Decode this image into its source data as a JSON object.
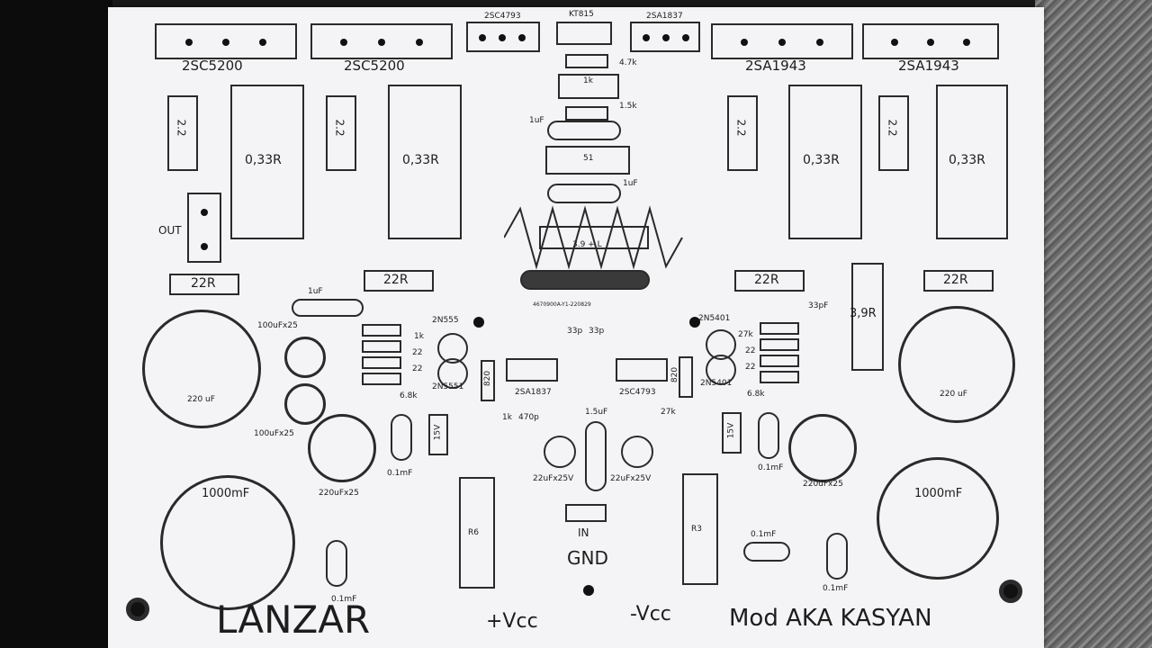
{
  "transistors_top": {
    "q1": "2SC5200",
    "q2": "2SC5200",
    "q3": "2SC4793",
    "q4": "KT815",
    "q5": "2SA1837",
    "q6": "2SA1943",
    "q7": "2SA1943"
  },
  "resistors_top": {
    "r_2_2_left_a": "2.2",
    "r_2_2_left_b": "2.2",
    "r_2_2_right_a": "2.2",
    "r_2_2_right_b": "2.2",
    "r_033_a": "0,33R",
    "r_033_b": "0,33R",
    "r_033_c": "0,33R",
    "r_033_d": "0,33R"
  },
  "center_column": {
    "r_4_7k": "4.7k",
    "trim_1k": "1k",
    "r_1_5k": "1.5k",
    "cap_1uf_a": "1uF",
    "r_51": "51",
    "cap_1uf_b": "1uF",
    "coil": "3.9 + L"
  },
  "out_label": "OUT",
  "mid_row": {
    "r_22r_a": "22R",
    "r_22r_b": "22R",
    "r_22r_c": "22R",
    "r_22r_d": "22R",
    "r_3_9r": "3,9R",
    "cap_1uf_left": "1uF",
    "cap_33pf": "33pF",
    "pcb_code": "4670900A-Y1-220829"
  },
  "driver_area": {
    "q_2n5551_a": "2N555",
    "q_2n5551_b": "2N5551",
    "q_2n5401_a": "2N5401",
    "q_2n5401_b": "2N5401",
    "r_820_a": "820",
    "r_820_b": "820",
    "q_2sa1837": "2SA1837",
    "q_2sc4793": "2SC4793",
    "cap_33p_a": "33p",
    "cap_33p_b": "33p",
    "r_1k_l": "1k",
    "r_22_l1": "22",
    "r_22_l2": "22",
    "r_6_8k_l": "6.8k",
    "r_27k_r": "27k",
    "r_22_r1": "22",
    "r_22_r2": "22",
    "r_6_8k_r": "6.8k"
  },
  "caps": {
    "c_100uf_a": "100uFx25",
    "c_100uf_b": "100uFx25",
    "c_220uf_left": "220 uF",
    "c_220uf_right": "220 uF",
    "c_220ufx25_l": "220uFx25",
    "c_220ufx25_r": "220uFx25",
    "c_1000mf_l": "1000mF",
    "c_1000mf_r": "1000mF",
    "c_0_1mf_a": "0.1mF",
    "c_0_1mf_b": "0.1mF",
    "c_0_1mf_c": "0.1mF",
    "c_0_1mf_d": "0.1mF",
    "c_0_1mf_e": "0.1mF",
    "c_22uf_l": "22uFx25V",
    "c_22uf_r": "22uFx25V",
    "c_1_5uf": "1.5uF",
    "c_470p": "470p",
    "r_1k_in": "1k",
    "r_27k_in": "27k",
    "zener_l": "15V",
    "zener_r": "15V"
  },
  "bottom": {
    "r6": "R6",
    "r3": "R3",
    "in": "IN",
    "gnd": "GND",
    "vcc_pos": "+Vcc",
    "vcc_neg": "-Vcc",
    "brand": "LANZAR",
    "mod": "Mod  AKA KASYAN"
  }
}
